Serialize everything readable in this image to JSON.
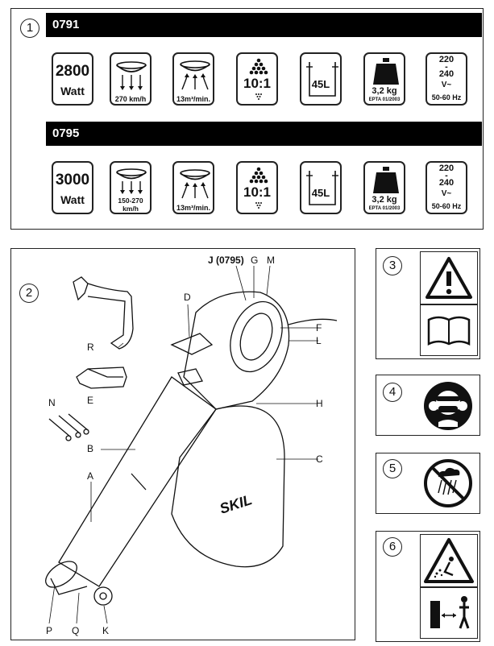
{
  "section1": {
    "number": "1",
    "models": [
      {
        "model": "0791",
        "power_value": "2800",
        "power_unit": "Watt",
        "air_speed": "270 km/h",
        "air_volume": "13m³/min.",
        "mulch_ratio": "10:1",
        "bag_capacity": "45L",
        "weight": "3,2 kg",
        "weight_standard": "EPTA 01/2003",
        "voltage_low": "220",
        "voltage_dash": "-",
        "voltage_high": "240",
        "current_type": "V~",
        "frequency": "50-60 Hz"
      },
      {
        "model": "0795",
        "power_value": "3000",
        "power_unit": "Watt",
        "air_speed": "150-270 km/h",
        "air_volume": "13m³/min.",
        "mulch_ratio": "10:1",
        "bag_capacity": "45L",
        "weight": "3,2 kg",
        "weight_standard": "EPTA 01/2003",
        "voltage_low": "220",
        "voltage_dash": "-",
        "voltage_high": "240",
        "current_type": "V~",
        "frequency": "50-60 Hz"
      }
    ]
  },
  "section2": {
    "number": "2",
    "brand": "SKIL",
    "labels": {
      "J": "J (0795)",
      "G": "G",
      "M": "M",
      "D": "D",
      "F": "F",
      "L": "L",
      "R": "R",
      "E": "E",
      "N": "N",
      "H": "H",
      "B": "B",
      "C": "C",
      "A": "A",
      "P": "P",
      "Q": "Q",
      "K": "K"
    }
  },
  "section3": {
    "number": "3",
    "icons": [
      "warning-triangle-icon",
      "read-manual-icon"
    ]
  },
  "section4": {
    "number": "4",
    "icons": [
      "eye-ear-protection-icon"
    ]
  },
  "section5": {
    "number": "5",
    "icons": [
      "no-rain-icon"
    ]
  },
  "section6": {
    "number": "6",
    "icons": [
      "flying-debris-warning-icon",
      "keep-distance-icon"
    ]
  }
}
